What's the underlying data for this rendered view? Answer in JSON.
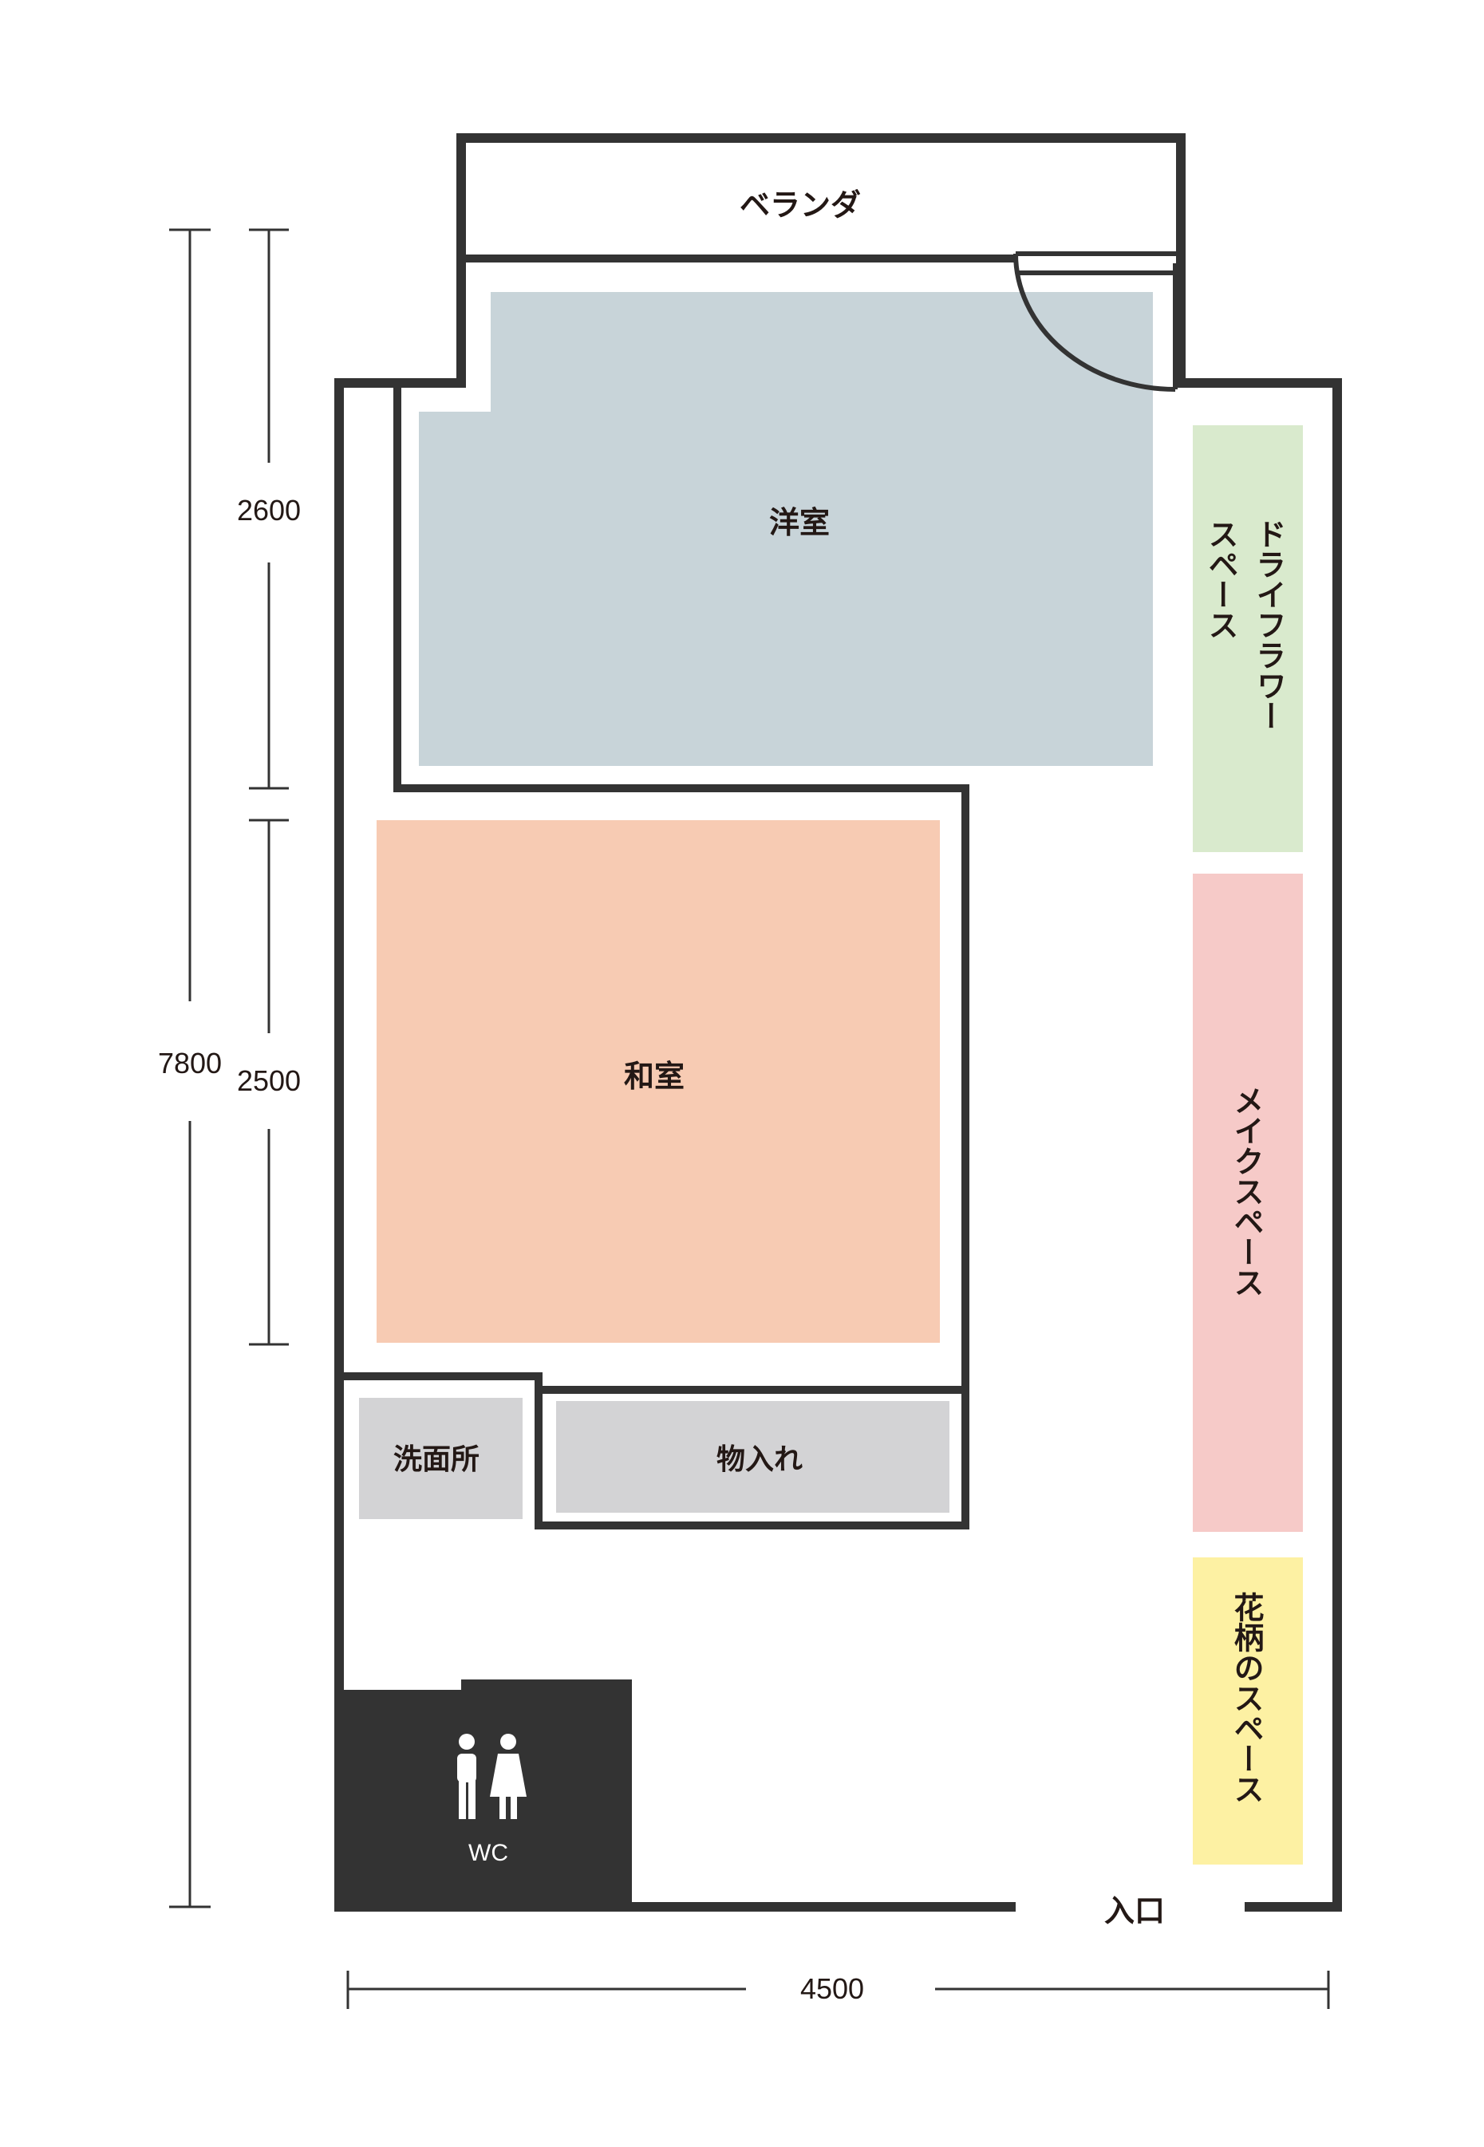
{
  "rooms": {
    "veranda": "ベランダ",
    "western_room": "洋室",
    "japanese_room": "和室",
    "washroom": "洗面所",
    "closet": "物入れ",
    "toilet": "WC",
    "entrance": "入口"
  },
  "zones": {
    "dried_flower": {
      "label": "ドライフラワースペース",
      "line1": "ドライフラワー",
      "line2": "スペース",
      "color": "#d9eacd"
    },
    "makeup": {
      "label": "メイクスペース",
      "color": "#f6cac8"
    },
    "floral": {
      "label": "花柄のスペース",
      "color": "#fdf1a3"
    }
  },
  "room_colors": {
    "western_room": "#c8d4d9",
    "japanese_room": "#f7cbb3",
    "washroom": "#d3d3d5",
    "closet": "#d3d3d5",
    "toilet": "#333333",
    "walls": "#333333"
  },
  "dimensions": {
    "total_height": "7800",
    "western_room_depth": "2600",
    "japanese_room_depth": "2500",
    "total_width": "4500"
  },
  "icons": [
    "restroom-icon"
  ]
}
